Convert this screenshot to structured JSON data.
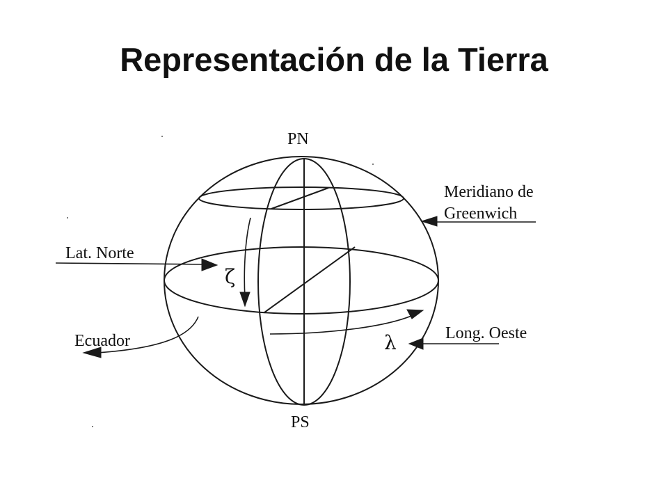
{
  "slide": {
    "title": "Representación de la Tierra"
  },
  "diagram": {
    "labels": {
      "north_pole": "PN",
      "south_pole": "PS",
      "meridian_line1": "Meridiano de",
      "meridian_line2": "Greenwich",
      "latitude": "Lat. Norte",
      "equator": "Ecuador",
      "longitude": "Long. Oeste",
      "zeta": "ζ",
      "lambda": "λ"
    }
  }
}
